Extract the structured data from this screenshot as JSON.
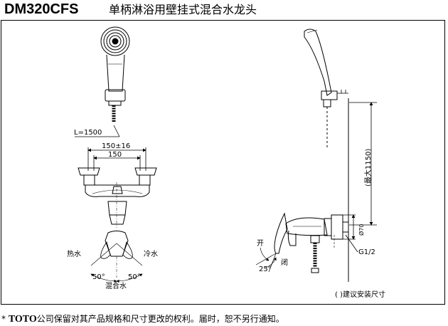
{
  "header": {
    "model": "DM320CFS",
    "product_name": "单柄淋浴用壁挂式混合水龙头"
  },
  "front_view": {
    "hose_length_label": "L=1500",
    "dim_outer_label": "150±16",
    "dim_inner_label": "150",
    "hot_label": "热水",
    "cold_label": "冷水",
    "mixed_label": "混合水",
    "angle_left_label": "50°",
    "angle_right_label": "50°"
  },
  "side_view": {
    "max_height_label": "(最大1150)",
    "diameter_label": "Ø70",
    "thread_label": "G1/2",
    "open_label": "开",
    "close_label": "闭",
    "angle_label": "25°",
    "note_label": "(   )建议安装尺寸"
  },
  "footer": {
    "asterisk": "*",
    "brand": "TOTO",
    "notice": "公司保留对其产品规格和尺寸更改的权利。届时，恕不另行通知。"
  }
}
